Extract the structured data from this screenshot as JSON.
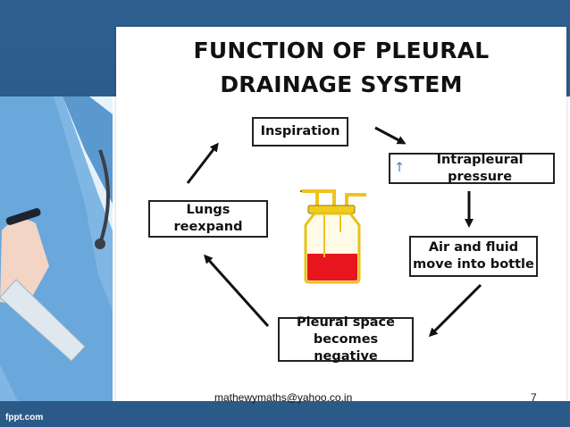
{
  "slide": {
    "title_line1": "FUNCTION OF PLEURAL",
    "title_line2": "DRAINAGE SYSTEM"
  },
  "diagram": {
    "steps": {
      "inspiration": "Inspiration",
      "intrapleural_pressure": "Intrapleural pressure",
      "up_arrow_symbol": "↑",
      "air_fluid_line1": "Air and fluid",
      "air_fluid_line2": "move into bottle",
      "pleural_space_line1": "Pleural space",
      "pleural_space_line2": "becomes negative",
      "lungs_reexpand": "Lungs reexpand"
    },
    "colors": {
      "fluid": "#e8141e",
      "bottle_cap": "#f2cc1a",
      "tube": "#f0c21c",
      "arrow": "#111111"
    }
  },
  "footer": {
    "email": "mathewymaths@yahoo.co.in",
    "page_number": "7",
    "watermark": "fppt.com"
  }
}
